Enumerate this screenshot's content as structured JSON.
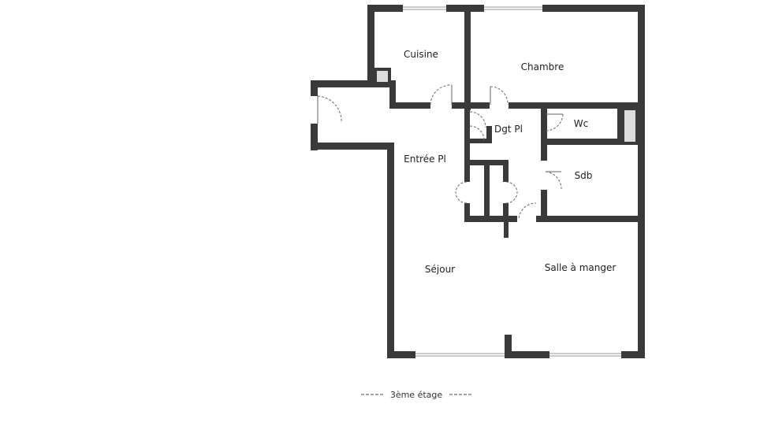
{
  "rooms": {
    "cuisine": "Cuisine",
    "chambre": "Chambre",
    "dgt": "Dgt Pl",
    "wc": "Wc",
    "entree": "Entrée Pl",
    "sdb": "Sdb",
    "sejour": "Séjour",
    "salle_a_manger": "Salle à manger"
  },
  "floor_label": "3ème étage",
  "colors": {
    "wall": "#3a3a3a",
    "window": "#999999",
    "background": "#ffffff"
  }
}
